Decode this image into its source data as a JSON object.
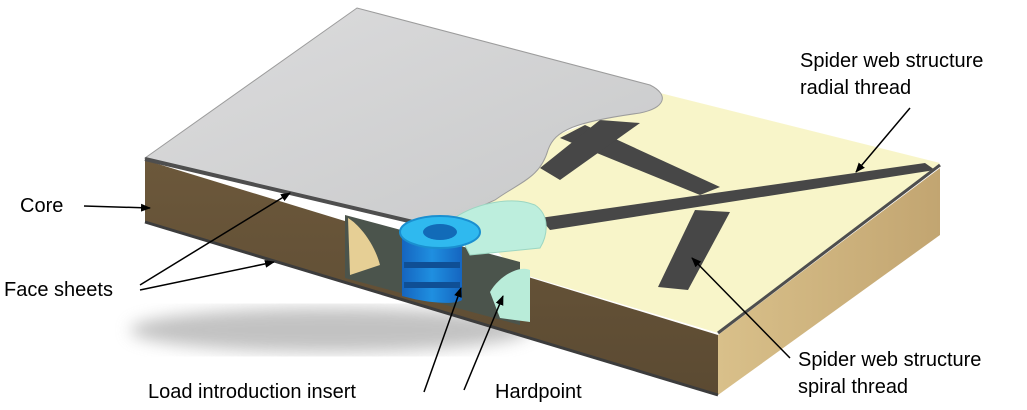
{
  "labels": {
    "core": "Core",
    "face_sheets": "Face sheets",
    "load_insert": "Load introduction insert",
    "hardpoint": "Hardpoint",
    "radial_thread_line1": "Spider web structure",
    "radial_thread_line2": "radial thread",
    "spiral_thread_line1": "Spider web structure",
    "spiral_thread_line2": "spiral thread"
  },
  "colors": {
    "face_sheet": "#d4d5d6",
    "face_edge": "#6e6e6e",
    "core_front": "#6e5a3e",
    "core_side": "#c8b07e",
    "core_inner": "#f7f3c4",
    "thread": "#4a4a4a",
    "insert": "#1d7fd2",
    "insert_top": "#33bdf0",
    "hardpoint": "#b9ecd9",
    "cut_face": "#49534a"
  }
}
